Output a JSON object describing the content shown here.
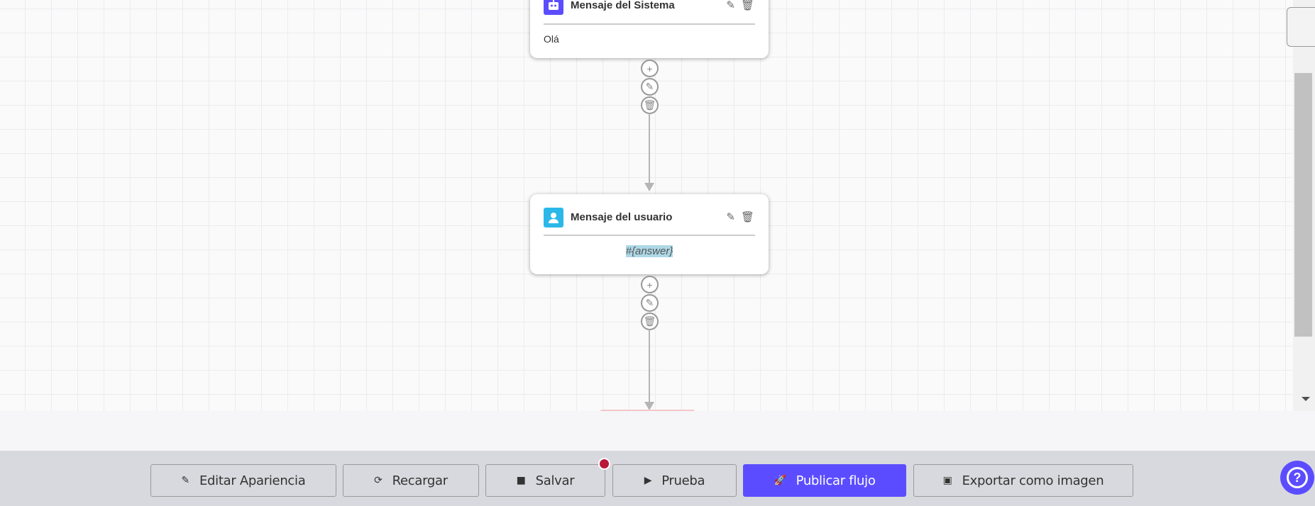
{
  "nodes": [
    {
      "title": "Mensaje del Sistema",
      "icon": "robot-icon",
      "icon_color": "#5b4dff",
      "body": "Olá"
    },
    {
      "title": "Mensaje del usuario",
      "icon": "user-icon",
      "icon_color": "#2bb8e8",
      "body": "#{answer}",
      "body_highlight": "#add8e6"
    }
  ],
  "toolbar": {
    "edit_appearance": "Editar Apariencia",
    "reload": "Recargar",
    "save": "Salvar",
    "test": "Prueba",
    "publish": "Publicar flujo",
    "export": "Exportar como imagen",
    "unsaved_indicator_color": "#b8193a",
    "accent": "#5b4dff"
  }
}
